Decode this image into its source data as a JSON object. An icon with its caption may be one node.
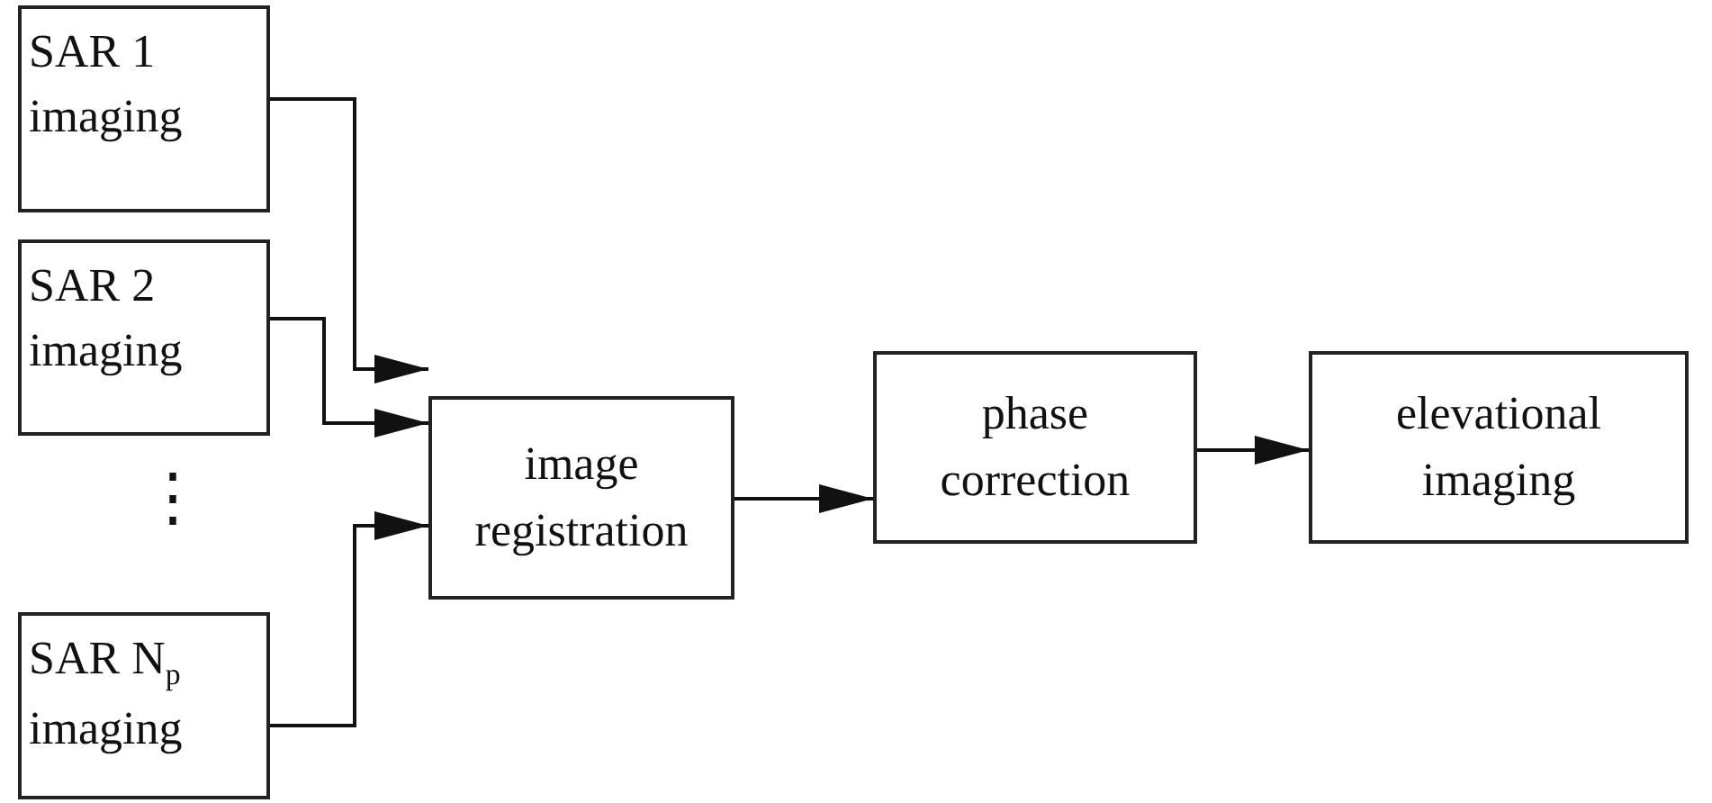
{
  "diagram": {
    "nodes": [
      {
        "text": [
          "SAR 1 imaging"
        ]
      },
      {
        "text": [
          "SAR 2 imaging"
        ]
      },
      {
        "text": [
          "SAR N$_{p}$ imaging"
        ]
      },
      {
        "text": [
          "image registration"
        ]
      },
      {
        "text": [
          "phase correction"
        ]
      },
      {
        "text": [
          "elevational imaging"
        ]
      }
    ],
    "edges": [
      {
        "from": 0,
        "to": 3,
        "arrow": "to"
      },
      {
        "from": 1,
        "to": 3,
        "arrow": "to"
      },
      {
        "from": 2,
        "to": 3,
        "arrow": "to"
      },
      {
        "from": 3,
        "to": 4,
        "arrow": "to"
      },
      {
        "from": 4,
        "to": 5,
        "arrow": "to"
      }
    ],
    "labels": [
      "⋮"
    ]
  }
}
